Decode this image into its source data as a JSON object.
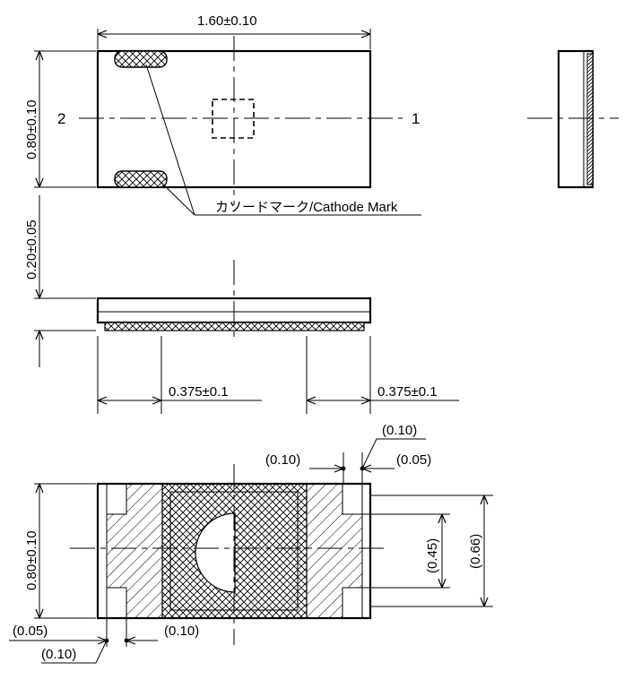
{
  "dimensions": {
    "length": "1.60±0.10",
    "width_top": "0.80±0.10",
    "thickness": "0.20±0.05",
    "pad_left": "0.375±0.1",
    "pad_right": "0.375±0.1",
    "width_bottom": "0.80±0.10",
    "top_right_010": "(0.10)",
    "top_right_010b": "(0.10)",
    "top_right_005": "(0.05)",
    "right_045": "(0.45)",
    "right_066": "(0.66)",
    "bottom_005": "(0.05)",
    "bottom_010": "(0.10)",
    "bottom_010b": "(0.10)"
  },
  "pins": {
    "left": "2",
    "right": "1"
  },
  "cathode_mark": "カソードマーク/Cathode Mark"
}
